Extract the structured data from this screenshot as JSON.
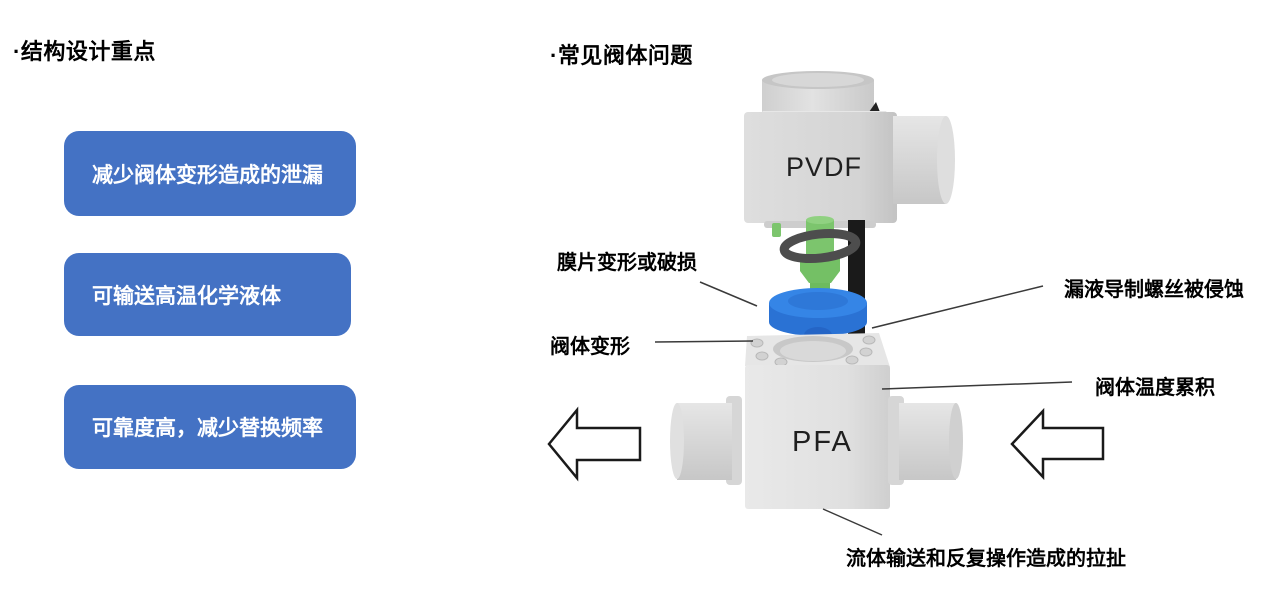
{
  "left": {
    "title": "·结构设计重点",
    "benefits": [
      {
        "label": "减少阀体变形造成的泄漏"
      },
      {
        "label": "可输送高温化学液体"
      },
      {
        "label": "可靠度高，减少替换频率"
      }
    ]
  },
  "right": {
    "title": "·常见阀体问题",
    "valve": {
      "upper_material": "PVDF",
      "lower_material": "PFA"
    },
    "annotations": {
      "diaphragm": "膜片变形或破损",
      "body_deform": "阀体变形",
      "screw_corrosion": "漏液导制螺丝被侵蚀",
      "temp_accumulation": "阀体温度累积",
      "pulling": "流体输送和反复操作造成的拉扯"
    }
  },
  "colors": {
    "accent_blue": "#4472C4",
    "diaphragm_blue": "#2E7BDC",
    "stem_green": "#7CC56D",
    "valve_gray": "#D9D9D9",
    "rod_black": "#1A1A1A",
    "leader_line": "#3A3A3A"
  }
}
